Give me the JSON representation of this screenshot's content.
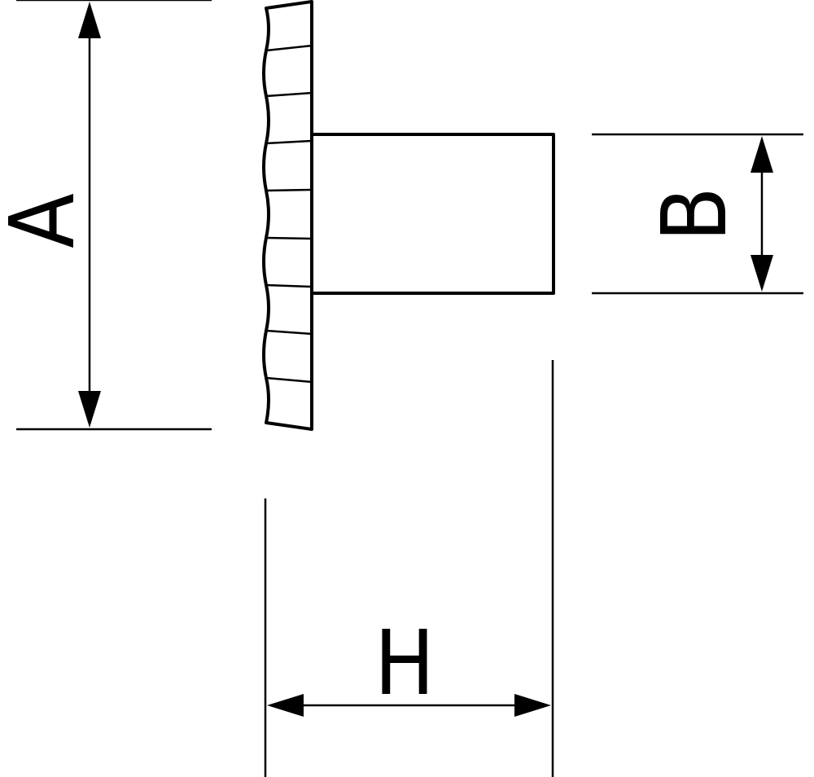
{
  "dimensions": {
    "a": {
      "label": "A"
    },
    "b": {
      "label": "B"
    },
    "h": {
      "label": "H"
    }
  },
  "colors": {
    "line": "#000000",
    "background": "#ffffff"
  }
}
